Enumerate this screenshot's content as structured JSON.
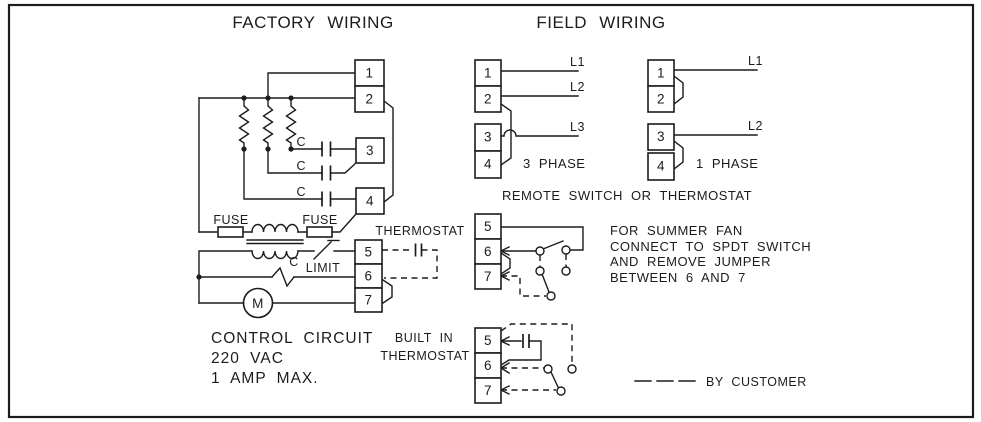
{
  "colors": {
    "ink": "#1c1c1c",
    "background": "#ffffff"
  },
  "titles": {
    "factory": "FACTORY WIRING",
    "field": "FIELD WIRING"
  },
  "factory": {
    "power_terminals": [
      "1",
      "2",
      "3",
      "4"
    ],
    "control_terminals": [
      "5",
      "6",
      "7"
    ],
    "contactor_labels": [
      "C",
      "C",
      "C"
    ],
    "fuse_labels": [
      "FUSE",
      "FUSE"
    ],
    "limit_label": "LIMIT",
    "aux_contact_label": "C",
    "motor_label": "M",
    "thermostat_label": "THERMOSTAT",
    "control_note": [
      "CONTROL CIRCUIT",
      "220 VAC",
      "1 AMP MAX."
    ]
  },
  "field": {
    "three_phase": {
      "terminals": [
        "1",
        "2",
        "3",
        "4"
      ],
      "line_labels": [
        "L1",
        "L2",
        "L3"
      ],
      "caption": "3 PHASE"
    },
    "one_phase": {
      "terminals": [
        "1",
        "2",
        "3",
        "4"
      ],
      "line_labels": [
        "L1",
        "L2"
      ],
      "caption": "1 PHASE"
    },
    "remote_heading": "REMOTE SWITCH OR THERMOSTAT",
    "spdt": {
      "terminals": [
        "5",
        "6",
        "7"
      ],
      "note": [
        "FOR SUMMER FAN",
        "CONNECT TO SPDT SWITCH",
        "AND REMOVE JUMPER",
        "BETWEEN 6 AND 7"
      ]
    },
    "builtin": {
      "terminals": [
        "5",
        "6",
        "7"
      ],
      "caption": [
        "BUILT IN",
        "THERMOSTAT"
      ]
    },
    "legend_label": "BY CUSTOMER"
  }
}
